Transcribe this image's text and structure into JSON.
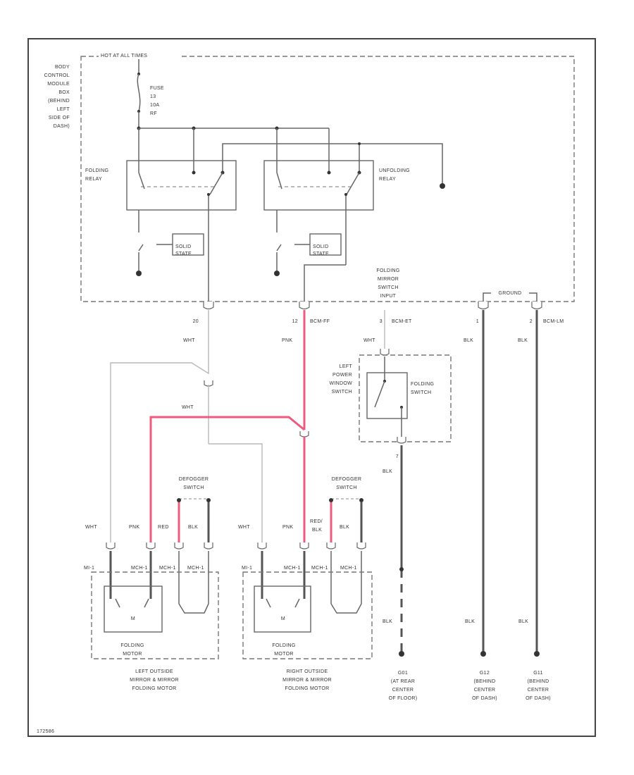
{
  "diagram": {
    "figure_id": "172586",
    "hot_at_all_times": "HOT AT ALL TIMES",
    "bcm_label": [
      "BODY",
      "CONTROL",
      "MODULE",
      "BOX",
      "(BEHIND",
      "LEFT",
      "SIDE OF",
      "DASH)"
    ],
    "fuse_label": [
      "FUSE",
      "13",
      "10A",
      "RF"
    ],
    "folding_relay": [
      "FOLDING",
      "RELAY"
    ],
    "unfolding_relay": [
      "UNFOLDING",
      "RELAY"
    ],
    "solid_state": [
      "SOLID",
      "STATE"
    ],
    "folding_mirror_switch": [
      "FOLDING",
      "MIRROR",
      "SWITCH",
      "INPUT"
    ],
    "ground_label": "GROUND",
    "pins": {
      "p20": "20",
      "p12": "12",
      "p12_conn": "BCM-FF",
      "p3": "3",
      "p3_conn": "BCM-ET",
      "p1": "1",
      "p2": "2",
      "p2_conn": "BCM-LM"
    },
    "wire_colors": {
      "wht": "WHT",
      "pnk": "PNK",
      "blk": "BLK",
      "red": "RED",
      "red_blk": [
        "RED/",
        "BLK"
      ]
    },
    "power_window_switch": [
      "LEFT",
      "POWER",
      "WINDOW",
      "SWITCH"
    ],
    "folding_switch": [
      "FOLDING",
      "SWITCH"
    ],
    "switch_pin": "7",
    "defogger_switch": [
      "DEFOGGER",
      "SWITCH"
    ],
    "mirror_pins": [
      "MI-1",
      "MCH-1",
      "MCH-1",
      "MCH-1"
    ],
    "motor_symbol": "M",
    "folding_motor": [
      "FOLDING",
      "MOTOR"
    ],
    "left_mirror": [
      "LEFT OUTSIDE",
      "MIRROR & MIRROR",
      "FOLDING MOTOR"
    ],
    "right_mirror": [
      "RIGHT OUTSIDE",
      "MIRROR & MIRROR",
      "FOLDING MOTOR"
    ],
    "grounds": [
      [
        "G01",
        "(AT REAR",
        "CENTER",
        "OF FLOOR)"
      ],
      [
        "G12",
        "(BEHIND",
        "CENTER",
        "OF DASH)"
      ],
      [
        "G11",
        "(BEHIND",
        "CENTER",
        "OF DASH)"
      ]
    ],
    "colors": {
      "pink_wire": "#ee5b7f",
      "black_wire": "#555555",
      "white_wire": "#b8b8b8",
      "frame": "#444444"
    }
  }
}
